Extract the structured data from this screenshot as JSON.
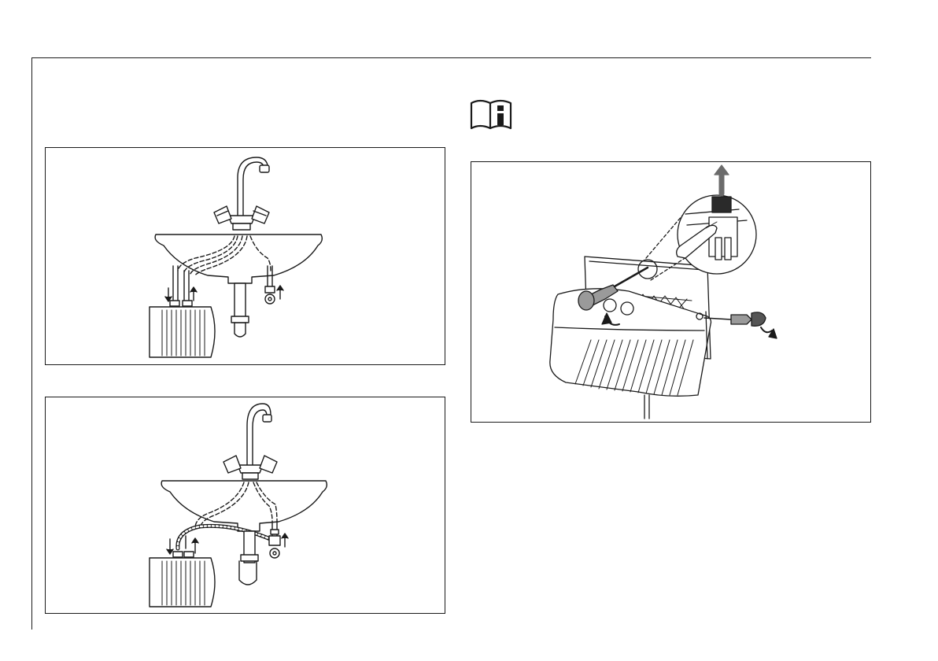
{
  "page": {
    "figures": [
      {
        "id": "fig-sink-open-outlet",
        "icon": "faucet-sink-heater-illustration"
      },
      {
        "id": "fig-sink-pressure",
        "icon": "faucet-sink-heater-flex-hose-illustration"
      },
      {
        "id": "fig-cover-removal",
        "icon": "cover-removal-screwdriver-illustration"
      }
    ],
    "info_icon": "book-info-icon",
    "colors": {
      "line": "#1a1a1a",
      "arrow_grey": "#6b6b6b",
      "handle": "#9a9a9a"
    }
  }
}
